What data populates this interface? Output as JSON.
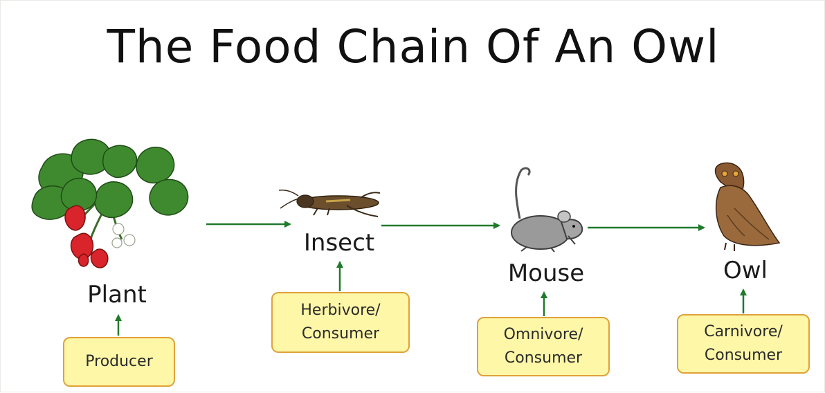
{
  "title": "The Food Chain Of An Owl",
  "organisms": [
    {
      "label": "Plant",
      "role": [
        "Producer"
      ]
    },
    {
      "label": "Insect",
      "role": [
        "Herbivore/",
        "Consumer"
      ]
    },
    {
      "label": "Mouse",
      "role": [
        "Omnivore/",
        "Consumer"
      ]
    },
    {
      "label": "Owl",
      "role": [
        "Carnivore/",
        "Consumer"
      ]
    }
  ],
  "colors": {
    "arrow": "#1f7a2a",
    "box_fill": "#fef7a8",
    "box_border": "#e0a13a"
  },
  "icons": [
    "strawberry-plant-icon",
    "insect-icon",
    "mouse-icon",
    "owl-icon"
  ]
}
